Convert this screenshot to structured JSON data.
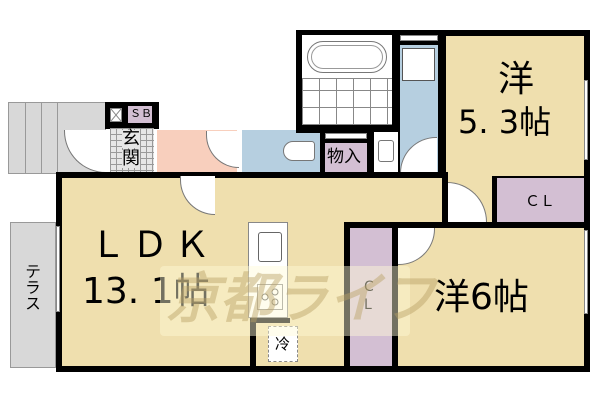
{
  "colors": {
    "floor": "#efdfae",
    "closet": "#d3bfd3",
    "wet_area": "#b6cfe0",
    "corridor": "#f8cfbd",
    "genkan": "#e6e6e6",
    "exterior": "#d8d8d8",
    "wall": "#000000",
    "watermark": "#c9b483"
  },
  "rooms": {
    "ldk": {
      "name": "ＬＤＫ",
      "size": "13. 1帖"
    },
    "western1": {
      "name": "洋",
      "size": "5. 3帖"
    },
    "western2": {
      "label": "洋6帖"
    },
    "closet1": {
      "label": "ＣＬ"
    },
    "closet2": {
      "label_top": "C",
      "label_bottom": "L"
    },
    "storage": {
      "label": "物入"
    },
    "genkan": {
      "label_top": "玄",
      "label_bottom": "関"
    },
    "shoebox": {
      "label": "ＳＢ"
    },
    "terrace": {
      "label": "テラス"
    },
    "fridge": {
      "label": "冷"
    }
  },
  "watermark": {
    "text": "京都ライフ"
  }
}
